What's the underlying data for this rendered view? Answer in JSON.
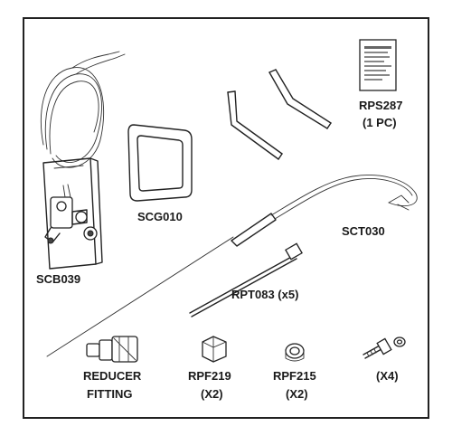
{
  "kit": {
    "parts": [
      {
        "id": "scb039",
        "label_lines": [
          "SCB039"
        ]
      },
      {
        "id": "scg010",
        "label_lines": [
          "SCG010"
        ]
      },
      {
        "id": "rps287",
        "label_lines": [
          "RPS287",
          "(1 PC)"
        ]
      },
      {
        "id": "sct030",
        "label_lines": [
          "SCT030"
        ]
      },
      {
        "id": "rpt083",
        "label_lines": [
          "RPT083 (x5)"
        ]
      },
      {
        "id": "reducer",
        "label_lines": [
          "REDUCER",
          "FITTING"
        ]
      },
      {
        "id": "rpf219",
        "label_lines": [
          "RPF219",
          "(X2)"
        ]
      },
      {
        "id": "rpf215",
        "label_lines": [
          "RPF215",
          "(X2)"
        ]
      },
      {
        "id": "screw",
        "label_lines": [
          "(X4)"
        ]
      }
    ]
  }
}
